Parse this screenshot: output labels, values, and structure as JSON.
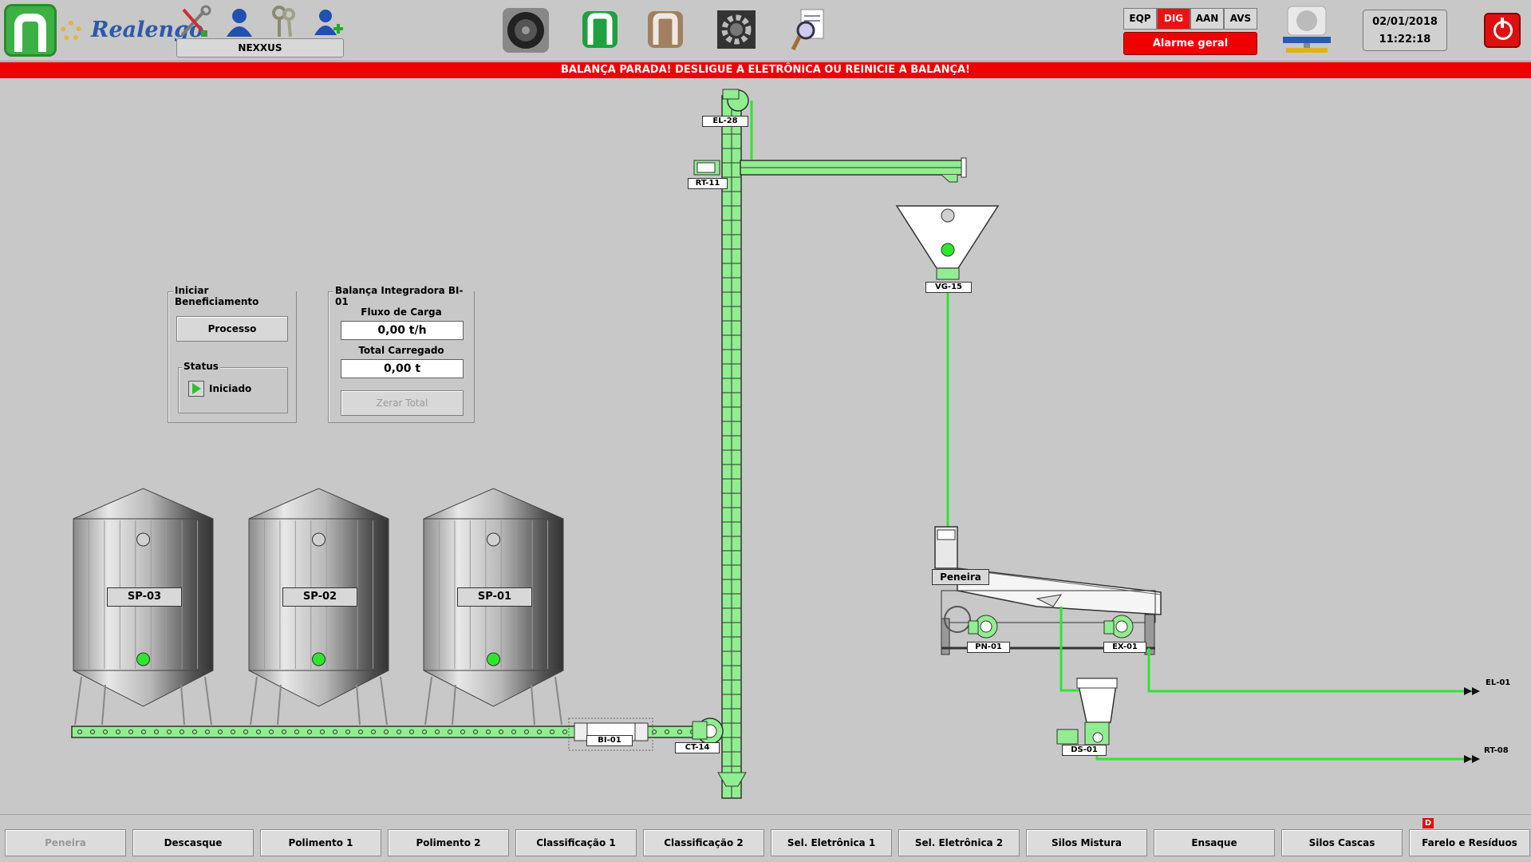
{
  "header": {
    "brand": "Realengo",
    "user": "NEXXUS",
    "modes": [
      "EQP",
      "DIG",
      "AAN",
      "AVS"
    ],
    "active_mode": "DIG",
    "alarm_label": "Alarme geral",
    "date": "02/01/2018",
    "time": "11:22:18"
  },
  "banner": "BALANÇA PARADA! DESLIGUE A ELETRÔNICA OU REINICIE A BALANÇA!",
  "beneficiamento": {
    "title": "Iniciar Beneficiamento",
    "process_button": "Processo",
    "status_title": "Status",
    "status_value": "Iniciado"
  },
  "balanca": {
    "title": "Balança Integradora BI-01",
    "flow_label": "Fluxo de Carga",
    "flow_value": "0,00 t/h",
    "total_label": "Total Carregado",
    "total_value": "0,00 t",
    "reset_button": "Zerar Total"
  },
  "equipment": {
    "el28": "EL-28",
    "rt11": "RT-11",
    "vg15": "VG-15",
    "peneira": "Peneira",
    "pn01": "PN-01",
    "ex01": "EX-01",
    "ds01": "DS-01",
    "bi01": "BI-01",
    "ct14": "CT-14",
    "el01": "EL-01",
    "rt08": "RT-08"
  },
  "silos": [
    "SP-03",
    "SP-02",
    "SP-01"
  ],
  "nav": [
    {
      "label": "Peneira",
      "disabled": true
    },
    {
      "label": "Descasque"
    },
    {
      "label": "Polimento 1"
    },
    {
      "label": "Polimento 2"
    },
    {
      "label": "Classificação 1"
    },
    {
      "label": "Classificação 2"
    },
    {
      "label": "Sel. Eletrônica 1"
    },
    {
      "label": "Sel. Eletrônica 2"
    },
    {
      "label": "Silos Mistura"
    },
    {
      "label": "Ensaque"
    },
    {
      "label": "Silos Cascas"
    },
    {
      "label": "Farelo e Resíduos"
    }
  ],
  "nav_badge": "D",
  "colors": {
    "flow_green": "#2ee62e",
    "pipe_green": "#90ee90",
    "alarm_red": "#ee0000"
  }
}
